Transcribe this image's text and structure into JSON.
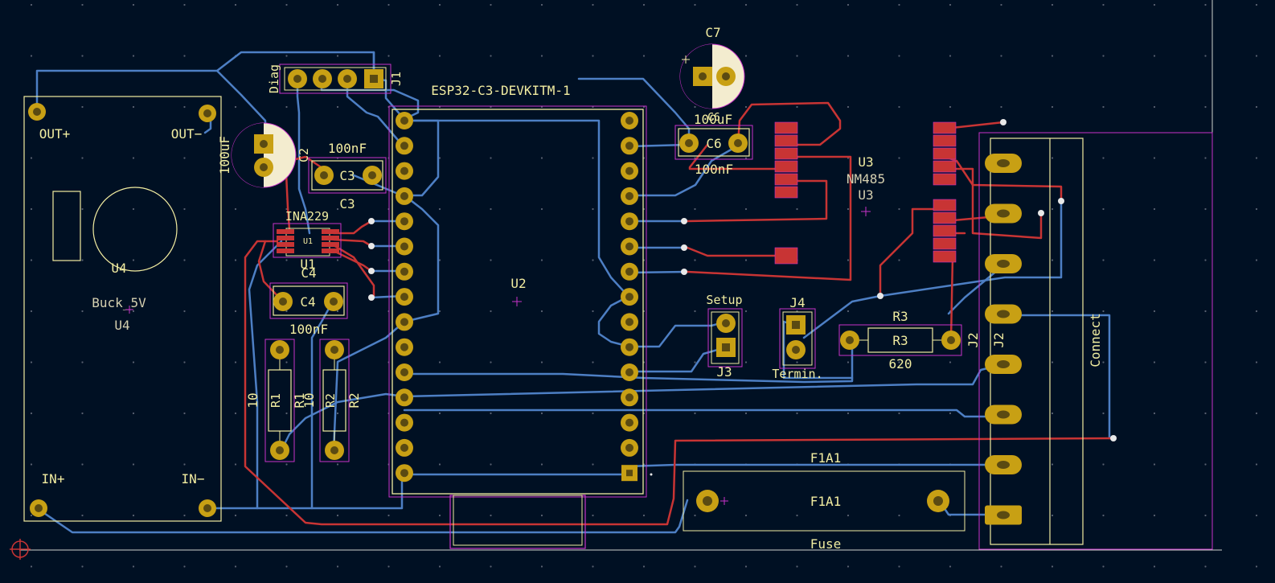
{
  "view": {
    "background": "#001023",
    "colors": {
      "grid_dot": "#596171",
      "board_edge": "#d0d2cd",
      "silk": "#f2eda1",
      "courtyard": "#c832c8",
      "front_copper": "#c83434",
      "back_copper": "#4d7fc4",
      "pad": "#c8a014",
      "pad_hole": "#5a4a12",
      "smd_pad": "#c83434",
      "anchor": "#c83434"
    }
  },
  "labels": {
    "u4_out_plus": "OUT+",
    "u4_out_minus": "OUT−",
    "u4_in_plus": "IN+",
    "u4_in_minus": "IN−",
    "u4_ref": "U4",
    "u4_value": "Buck_5V",
    "u4_ref2": "U4",
    "c2_value": "100uF",
    "c2_ref": "C2",
    "c2_cap": "100nF",
    "j1_ref": "J1",
    "j1_value": "Diag",
    "esp_value": "ESP32-C3-DEVKITM-1",
    "u2_ref": "U2",
    "c3_ref": "C3",
    "c3_ref2": "C3",
    "ina_value": "INA229",
    "u1_ref": "U1",
    "u1_small": "U1",
    "c4_ref": "C4",
    "c4_ref2": "C4",
    "c4_value": "100nF",
    "r1_ref": "R1",
    "r1_ref2": "R1",
    "r1_value": "10",
    "r2_ref": "R2",
    "r2_ref2": "R2",
    "r2_value": "10",
    "c7_ref": "C7",
    "c7_value": "100uF",
    "c6_ref": "C6",
    "c6_ref2": "C6",
    "c6_value": "100nF",
    "u3_ref": "U3",
    "u3_value": "NM485",
    "u3_ref2": "U3",
    "setup_value": "Setup",
    "j3_ref": "J3",
    "j4_ref": "J4",
    "j4_value": "Termin.",
    "r3_ref": "R3",
    "r3_ref2": "R3",
    "r3_value": "620",
    "j2_ref": "J2",
    "j2_ref2": "J2",
    "j2_value": "Connect",
    "f1_ref": "F1A1",
    "f1_ref2": "F1A1",
    "f1_value": "Fuse"
  }
}
